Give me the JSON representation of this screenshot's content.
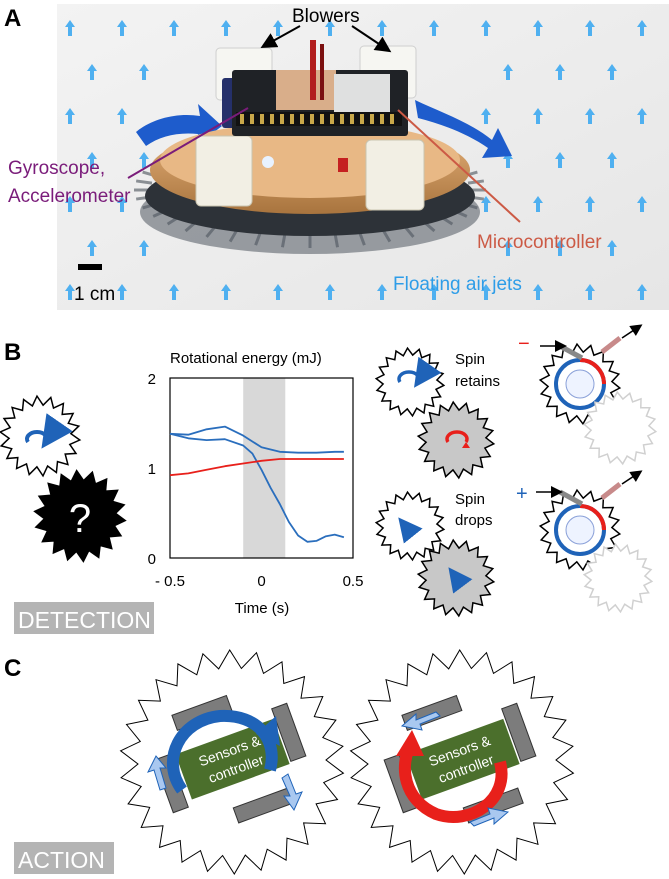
{
  "panels": {
    "a": "A",
    "b": "B",
    "c": "C"
  },
  "panel_a": {
    "blowers": "Blowers",
    "gyro_line1": "Gyroscope,",
    "gyro_line2": "Accelerometer",
    "microcontroller": "Microcontroller",
    "air_jets": "Floating air jets",
    "scale": "1 cm",
    "colors": {
      "gyro": "#7a1c7a",
      "micro": "#cc5a45",
      "jets": "#2e9de8"
    }
  },
  "panel_b": {
    "unknown_mark": "?",
    "detection": "DETECTION",
    "spin_retains_1": "Spin",
    "spin_retains_2": "retains",
    "spin_drops_1": "Spin",
    "spin_drops_2": "drops",
    "minus": "−",
    "plus": "+"
  },
  "panel_c": {
    "sensors_1": "Sensors &",
    "sensors_2": "controller",
    "action": "ACTION",
    "colors": {
      "left_arrow": "#1f63b8",
      "right_arrow": "#e8201b",
      "box": "#4b6f2c"
    }
  },
  "chart_data": {
    "type": "line",
    "title": "Rotational energy (mJ)",
    "xlabel": "Time (s)",
    "ylabel": "",
    "xlim": [
      -0.5,
      0.5
    ],
    "ylim": [
      0,
      2
    ],
    "x_ticks": [
      "- 0.5",
      "0",
      "0.5"
    ],
    "y_ticks": [
      "0",
      "1",
      "2"
    ],
    "shaded_region": [
      -0.1,
      0.13
    ],
    "grid": false,
    "series": [
      {
        "color": "#2a6ebd",
        "x": [
          -0.5,
          -0.4,
          -0.3,
          -0.2,
          -0.1,
          0,
          0.1,
          0.2,
          0.3,
          0.4,
          0.45
        ],
        "y": [
          1.38,
          1.37,
          1.43,
          1.46,
          1.36,
          1.23,
          1.18,
          1.17,
          1.17,
          1.18,
          1.18
        ]
      },
      {
        "color": "#2a6ebd",
        "x": [
          -0.5,
          -0.4,
          -0.3,
          -0.2,
          -0.1,
          -0.05,
          0,
          0.05,
          0.1,
          0.15,
          0.2,
          0.25,
          0.3,
          0.35,
          0.4,
          0.45
        ],
        "y": [
          1.38,
          1.33,
          1.31,
          1.32,
          1.25,
          1.16,
          0.98,
          0.78,
          0.6,
          0.4,
          0.25,
          0.18,
          0.19,
          0.24,
          0.26,
          0.23
        ]
      },
      {
        "color": "#e8201b",
        "x": [
          -0.5,
          -0.4,
          -0.3,
          -0.2,
          -0.1,
          0,
          0.1,
          0.2,
          0.3,
          0.4,
          0.45
        ],
        "y": [
          0.92,
          0.94,
          0.98,
          1.02,
          1.05,
          1.08,
          1.1,
          1.1,
          1.1,
          1.1,
          1.1
        ]
      }
    ]
  }
}
